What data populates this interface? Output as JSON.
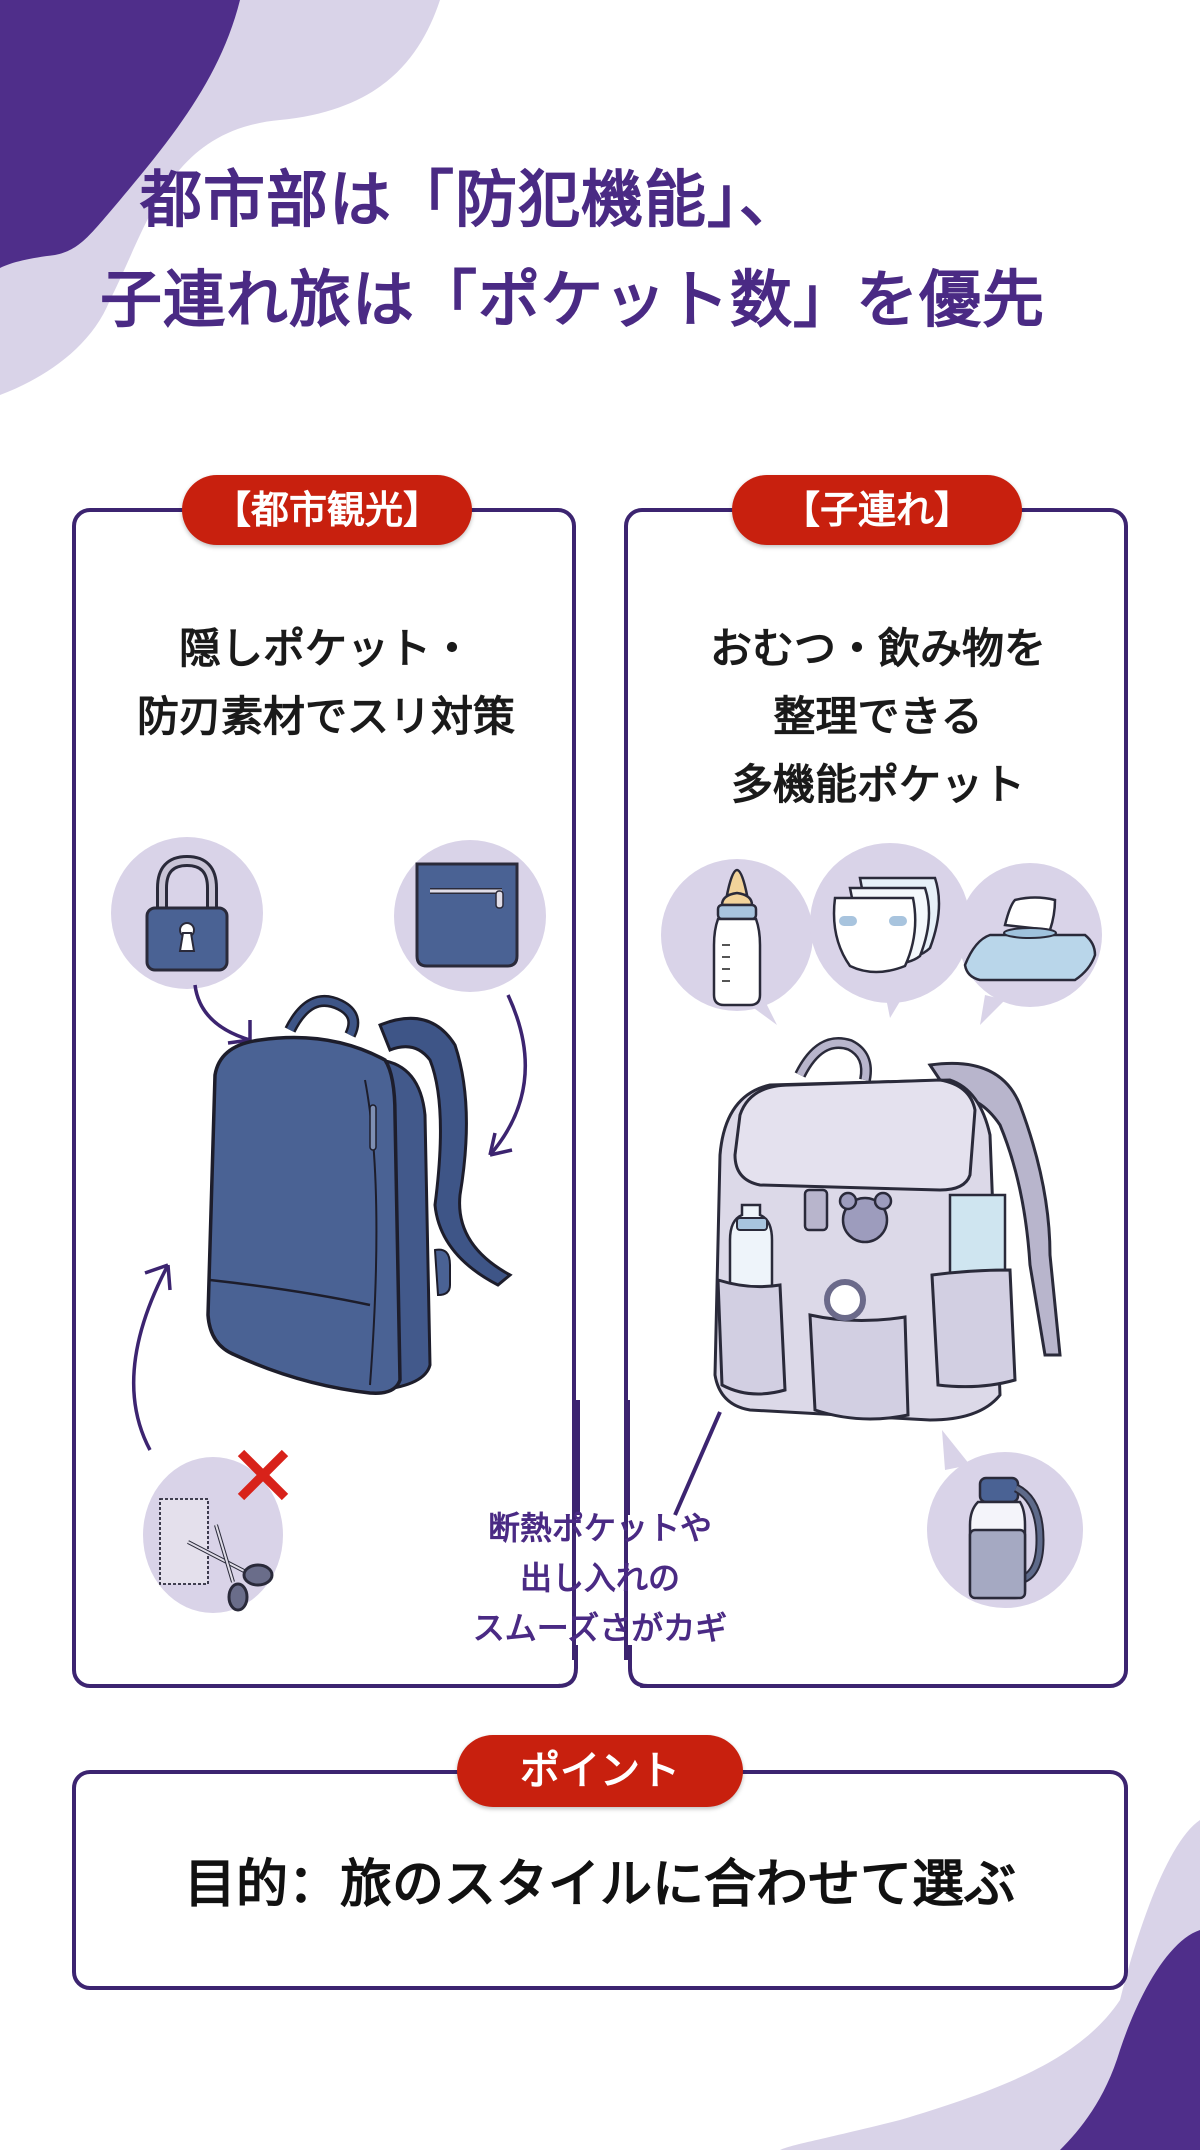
{
  "title": {
    "line1": "都市部は「防犯機能」、",
    "line2": "子連れ旅は「ポケット数」を優先"
  },
  "panels": [
    {
      "label": "【都市観光】",
      "heading_lines": [
        "隠しポケット・",
        "防刃素材でスリ対策"
      ],
      "icons": [
        "lock-icon",
        "hidden-zip-pocket-icon",
        "navy-backpack-illustration",
        "cut-resistant-fabric-scissors-icon",
        "cross-mark-icon"
      ]
    },
    {
      "label": "【子連れ】",
      "heading_lines": [
        "おむつ・飲み物を",
        "整理できる",
        "多機能ポケット"
      ],
      "icons": [
        "baby-bottle-icon",
        "diapers-icon",
        "wet-wipes-icon",
        "diaper-backpack-illustration",
        "insulated-bottle-icon"
      ]
    }
  ],
  "note": {
    "lines": [
      "断熱ポケットや",
      "出し入れの",
      "スムーズさがカギ"
    ]
  },
  "point": {
    "label": "ポイント",
    "text": "目的：旅のスタイルに合わせて選ぶ"
  },
  "colors": {
    "brand_purple": "#4a2a84",
    "light_purple": "#d9d3e8",
    "accent_red": "#c8200e",
    "navy": "#4a6294",
    "border": "#3c2470"
  }
}
